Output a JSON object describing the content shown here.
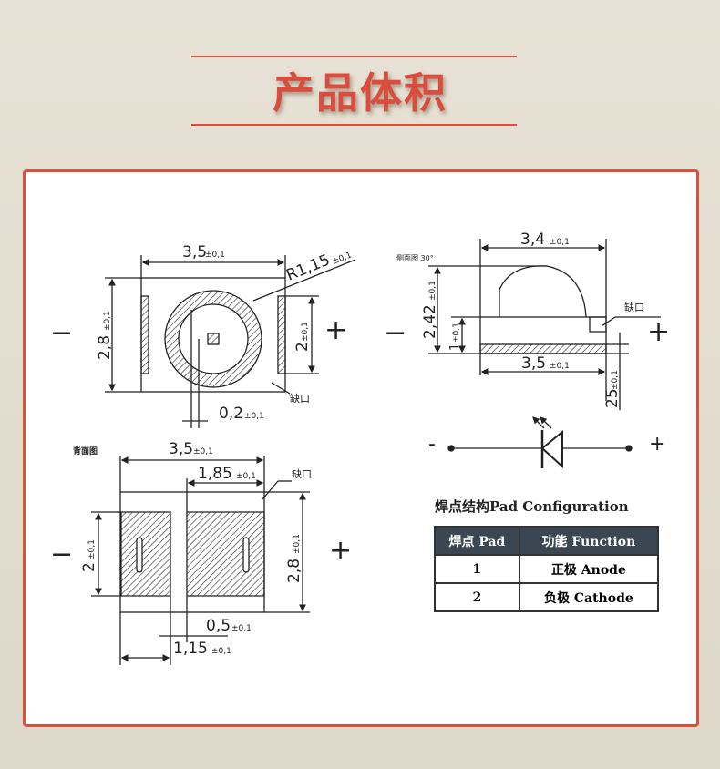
{
  "title": "产品体积",
  "top_view": {
    "width": "3,5",
    "width_tol": "±0,1",
    "height": "2,8",
    "height_tol": "±0,1",
    "radius": "R1,15",
    "radius_tol": "±0,1",
    "inner": "2",
    "inner_tol": "±0,1",
    "gap": "0,2",
    "gap_tol": "±0,1",
    "notch": "缺口",
    "minus": "−",
    "plus": "+"
  },
  "side_view": {
    "label": "侧面图 30°",
    "top_width": "3,4",
    "top_width_tol": "±0,1",
    "total_height": "2,42",
    "total_height_tol": "±0,1",
    "base_height": "1",
    "base_height_tol": "±0,1",
    "bottom_width": "3,5",
    "bottom_width_tol": "±0,1",
    "pad_thickness": "25",
    "pad_thickness_tol": "±0,1",
    "notch": "缺口",
    "minus": "−",
    "plus": "+"
  },
  "diode": {
    "minus": "-",
    "plus": "+"
  },
  "back_view": {
    "label": "背面图",
    "width": "3,5",
    "width_tol": "±0,1",
    "pad_width": "1,85",
    "pad_width_tol": "±0,1",
    "notch": "缺口",
    "pad_height": "2",
    "pad_height_tol": "±0,1",
    "height": "2,8",
    "height_tol": "±0,1",
    "gap": "0,5",
    "gap_tol": "±0,1",
    "left_pad": "1,15",
    "left_pad_tol": "±0,1",
    "minus": "−",
    "plus": "+"
  },
  "pad_config": {
    "title": "焊点结构Pad  Configuration",
    "headers": [
      "焊点 Pad",
      "功能 Function"
    ],
    "rows": [
      [
        "1",
        "正极 Anode"
      ],
      [
        "2",
        "负极 Cathode"
      ]
    ]
  }
}
